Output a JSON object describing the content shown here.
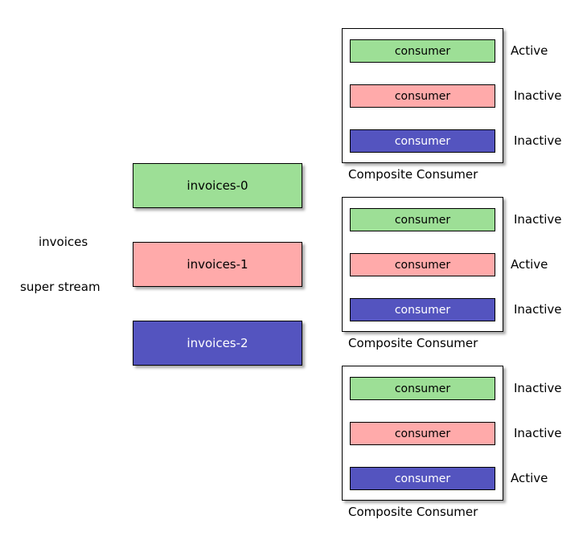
{
  "super_stream": {
    "name": "invoices",
    "caption": "super stream"
  },
  "partitions": [
    {
      "label": "invoices-0",
      "color": "#9ddf96"
    },
    {
      "label": "invoices-1",
      "color": "#ffaaaa"
    },
    {
      "label": "invoices-2",
      "color": "#5454bf"
    }
  ],
  "composite_consumers": [
    {
      "caption": "Composite Consumer",
      "consumers": [
        {
          "label": "consumer",
          "state": "Active"
        },
        {
          "label": "consumer",
          "state": "Inactive"
        },
        {
          "label": "consumer",
          "state": "Inactive"
        }
      ]
    },
    {
      "caption": "Composite Consumer",
      "consumers": [
        {
          "label": "consumer",
          "state": "Inactive"
        },
        {
          "label": "consumer",
          "state": "Active"
        },
        {
          "label": "consumer",
          "state": "Inactive"
        }
      ]
    },
    {
      "caption": "Composite Consumer",
      "consumers": [
        {
          "label": "consumer",
          "state": "Inactive"
        },
        {
          "label": "consumer",
          "state": "Inactive"
        },
        {
          "label": "consumer",
          "state": "Active"
        }
      ]
    }
  ]
}
